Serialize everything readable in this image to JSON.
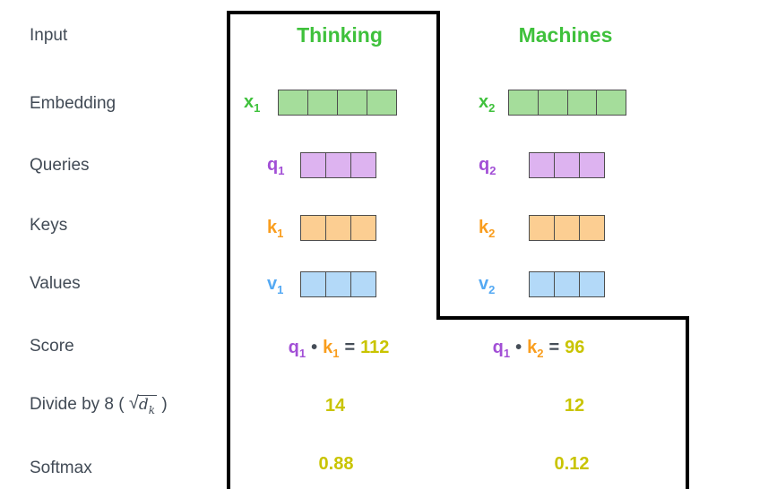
{
  "rows": {
    "input": "Input",
    "embedding": "Embedding",
    "queries": "Queries",
    "keys": "Keys",
    "values": "Values",
    "score": "Score",
    "divide": {
      "prefix": "Divide by 8 (",
      "sqrt": "√",
      "d": "d",
      "k": "k",
      "suffix": ")"
    },
    "softmax": "Softmax"
  },
  "columns": {
    "thinking": {
      "header": "Thinking",
      "embedding": {
        "letter": "x",
        "sub": "1"
      },
      "query": {
        "letter": "q",
        "sub": "1"
      },
      "key": {
        "letter": "k",
        "sub": "1"
      },
      "value": {
        "letter": "v",
        "sub": "1"
      },
      "score": {
        "q_letter": "q",
        "q_sub": "1",
        "dot": "•",
        "k_letter": "k",
        "k_sub": "1",
        "eq": "=",
        "result": "112"
      },
      "divided": "14",
      "softmax": "0.88"
    },
    "machines": {
      "header": "Machines",
      "embedding": {
        "letter": "x",
        "sub": "2"
      },
      "query": {
        "letter": "q",
        "sub": "2"
      },
      "key": {
        "letter": "k",
        "sub": "2"
      },
      "value": {
        "letter": "v",
        "sub": "2"
      },
      "score": {
        "q_letter": "q",
        "q_sub": "1",
        "dot": "•",
        "k_letter": "k",
        "k_sub": "2",
        "eq": "=",
        "result": "96"
      },
      "divided": "12",
      "softmax": "0.12"
    }
  },
  "vectors": {
    "embedding_cells": 4,
    "qkv_cells": 3
  },
  "colors": {
    "green": "#3fc13c",
    "green-fill": "#a5dd9b",
    "purple": "#a24fd6",
    "purple-fill": "#ddb3f0",
    "orange": "#f99d1d",
    "orange-fill": "#fcce92",
    "blue": "#54a9f3",
    "blue-fill": "#b3d9f8",
    "yellow": "#c9c400",
    "dark": "#454d57",
    "label-gray": "#414a55",
    "cell-border": "#4d4d4d",
    "outline-black": "#000000"
  }
}
